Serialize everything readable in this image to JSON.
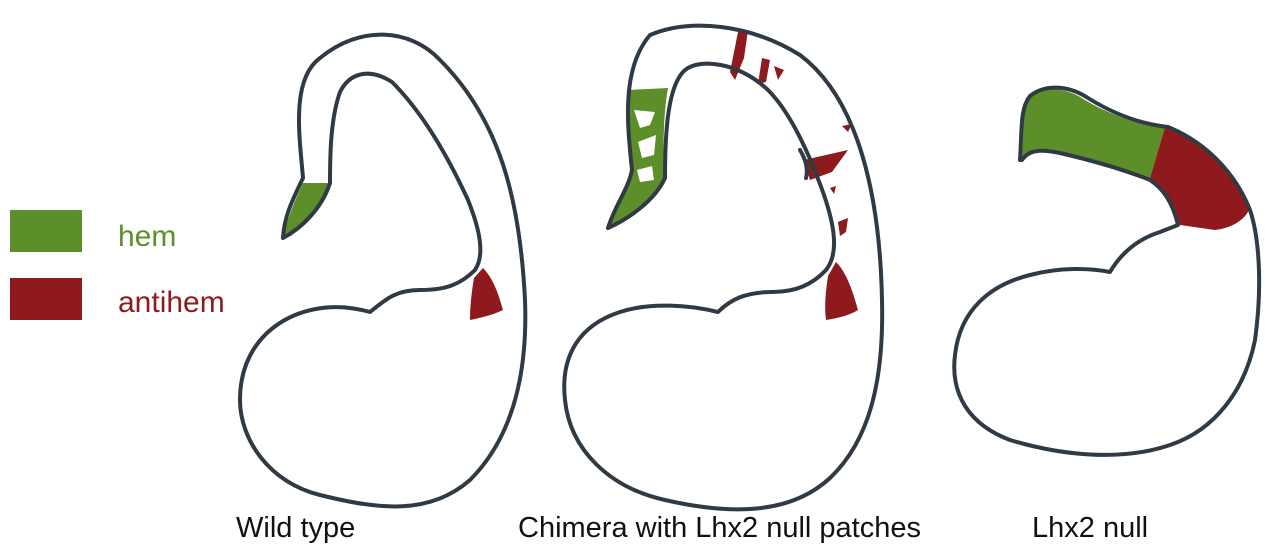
{
  "legend": {
    "hem": {
      "label": "hem",
      "color": "#5c8f2a"
    },
    "antihem": {
      "label": "antihem",
      "color": "#8e1a1e"
    }
  },
  "captions": {
    "wild_type": "Wild type",
    "chimera": "Chimera with Lhx2 null patches",
    "null": "Lhx2 null"
  },
  "colors": {
    "outline": "#2f3a44",
    "hem": "#5c8f2a",
    "antihem": "#8e1a1e"
  }
}
